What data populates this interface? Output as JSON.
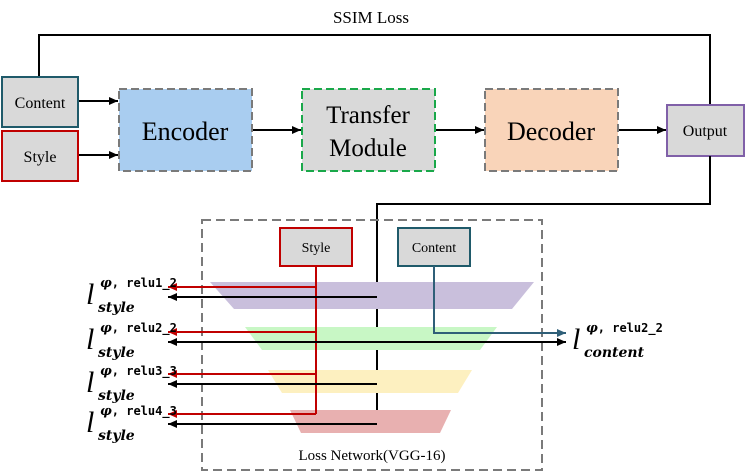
{
  "title": "SSIM Loss",
  "inputs": {
    "content": "Content",
    "style": "Style"
  },
  "blocks": {
    "encoder": "Encoder",
    "transfer_line1": "Transfer",
    "transfer_line2": "Module",
    "decoder": "Decoder",
    "output": "Output"
  },
  "loss_network": {
    "label": "Loss Network(VGG-16)",
    "style_box": "Style",
    "content_box": "Content"
  },
  "losses": {
    "symbol": "l",
    "phi": "φ",
    "style_sub": "style",
    "content_sub": "content",
    "relu1_2": "relu1_2",
    "relu2_2": "relu2_2",
    "relu3_3": "relu3_3",
    "relu4_3": "relu4_3",
    "content_relu": "relu2_2"
  },
  "colors": {
    "encoder_fill": "#a9cdf0",
    "transfer_fill": "#d9d9d9",
    "transfer_border": "#1aa84a",
    "decoder_fill": "#f9d4b9",
    "output_border": "#8060a8",
    "content_border": "#1f5a6a",
    "style_border": "#c00000",
    "layer1": "#c9bfdc",
    "layer2": "#c8f7c5",
    "layer3": "#fdf0c0",
    "layer4": "#e8b0b0",
    "content_arrow": "#2f5f78"
  }
}
